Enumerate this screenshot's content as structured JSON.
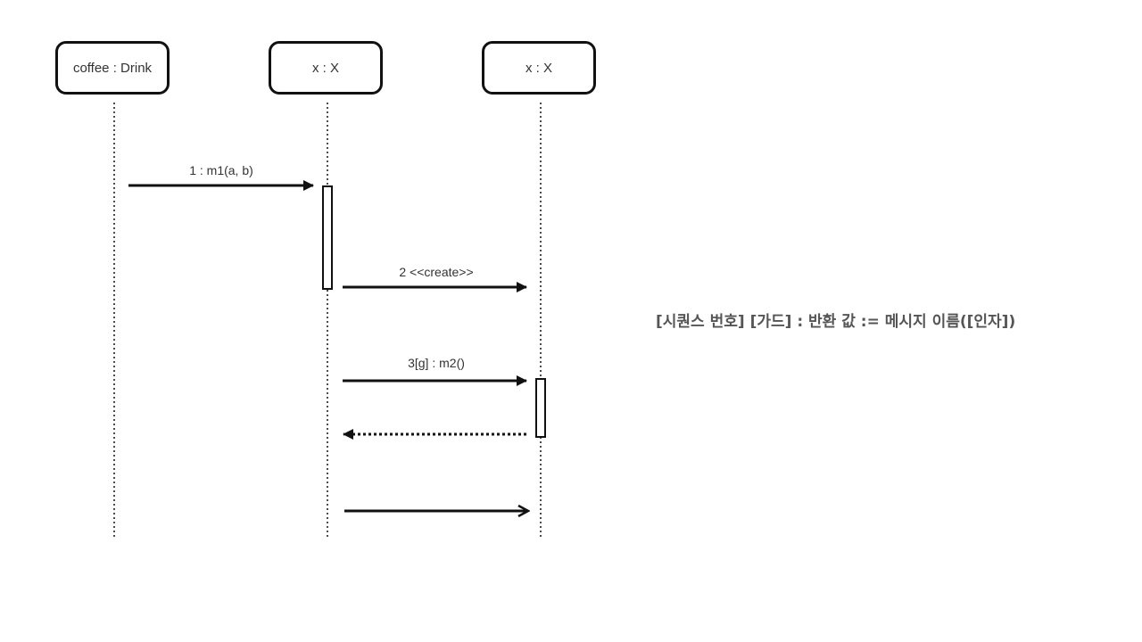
{
  "lifelines": [
    {
      "label": "coffee : Drink"
    },
    {
      "label": "x : X"
    },
    {
      "label": "x : X"
    }
  ],
  "messages": [
    {
      "label": "1 : m1(a, b)",
      "style": "sync"
    },
    {
      "label": "2 <<create>>",
      "style": "sync"
    },
    {
      "label": "3[g] : m2()",
      "style": "sync"
    },
    {
      "label": "",
      "style": "return-dotted"
    },
    {
      "label": "",
      "style": "async-open"
    }
  ],
  "note": "[시퀀스 번호] [가드] : 반환 값 := 메시지 이름([인자])",
  "colors": {
    "stroke": "#111111",
    "text": "#333333",
    "note": "#555555"
  }
}
